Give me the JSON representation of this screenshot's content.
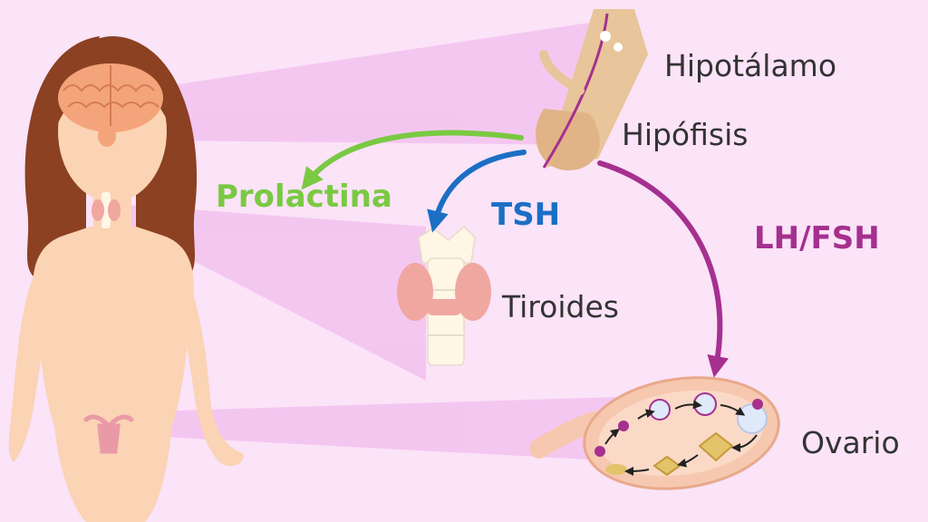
{
  "labels": {
    "hypothalamus": "Hipotálamo",
    "pituitary": "Hipófisis",
    "thyroid": "Tiroides",
    "ovary": "Ovario"
  },
  "hormones": {
    "prolactin": "Prolactina",
    "tsh": "TSH",
    "lh_fsh": "LH/FSH"
  },
  "colors": {
    "background": "#fbe3f8",
    "prolactin": "#7ac943",
    "tsh": "#1b6fc4",
    "lh_fsh": "#a5308f",
    "text": "#333333",
    "skin": "#fbd3b5",
    "hair": "#8b4122",
    "brain": "#f4a47a",
    "thyroid": "#f0a7a0"
  },
  "icons": [
    "female-body-icon",
    "brain-icon",
    "pituitary-gland-icon",
    "thyroid-gland-icon",
    "uterus-icon",
    "ovary-icon"
  ]
}
